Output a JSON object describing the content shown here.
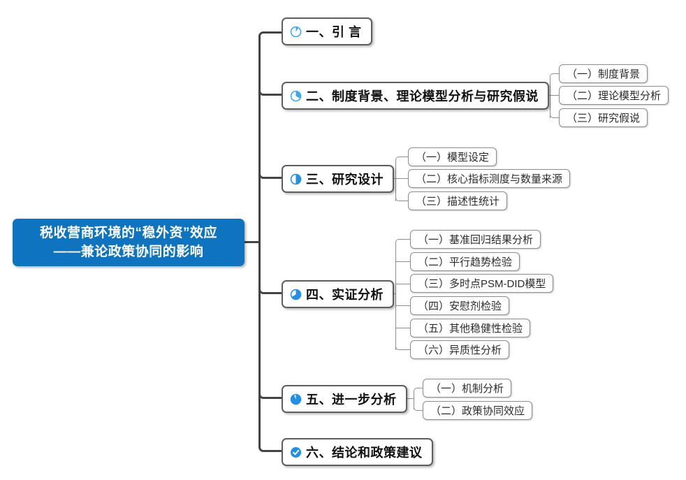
{
  "document": {
    "type": "mindmap",
    "background": "#ffffff",
    "accent_color": "#0f74bf",
    "line_color": "#444444",
    "sub_line_color": "#8d8d8d"
  },
  "root": {
    "title_line1": "税收营商环境的“稳外资”效应",
    "title_line2": "——兼论政策协同的影响",
    "fill": "#0f74bf",
    "text_color": "#ffffff"
  },
  "branches": [
    {
      "label": "一、引  言",
      "icon": "pie-progress-icon",
      "progress": 12,
      "children": []
    },
    {
      "label": "二、制度背景、理论模型分析与研究假说",
      "icon": "pie-progress-icon",
      "progress": 30,
      "children": [
        {
          "label": "（一）制度背景"
        },
        {
          "label": "（二）理论模型分析"
        },
        {
          "label": "（三）研究假说"
        }
      ]
    },
    {
      "label": "三、研究设计",
      "icon": "pie-progress-icon",
      "progress": 50,
      "children": [
        {
          "label": "（一）模型设定"
        },
        {
          "label": "（二）核心指标测度与数量来源"
        },
        {
          "label": "（三）描述性统计"
        }
      ]
    },
    {
      "label": "四、实证分析",
      "icon": "pie-progress-icon",
      "progress": 70,
      "children": [
        {
          "label": "（一）基准回归结果分析"
        },
        {
          "label": "（二）平行趋势检验"
        },
        {
          "label": "（三）多时点PSM-DID模型"
        },
        {
          "label": "（四）安慰剂检验"
        },
        {
          "label": "（五）其他稳健性检验"
        },
        {
          "label": "（六）异质性分析"
        }
      ]
    },
    {
      "label": "五、进一步分析",
      "icon": "pie-progress-icon",
      "progress": 88,
      "children": [
        {
          "label": "（一）机制分析"
        },
        {
          "label": "（二）政策协同效应"
        }
      ]
    },
    {
      "label": "六、结论和政策建议",
      "icon": "check-circle-icon",
      "progress": 100,
      "children": []
    }
  ]
}
